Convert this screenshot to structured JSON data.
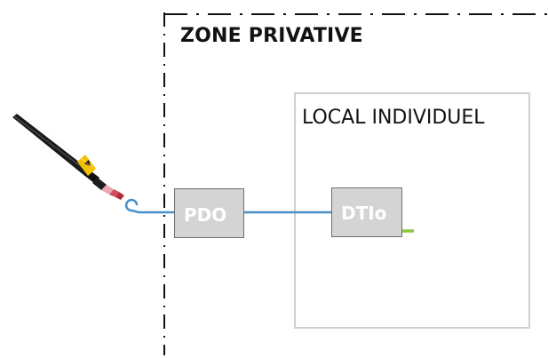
{
  "zone": {
    "title": "ZONE PRIVATIVE"
  },
  "local": {
    "title": "LOCAL INDIVIDUEL"
  },
  "equipment": {
    "pdo": {
      "label": "PDO"
    },
    "dti": {
      "label": "DTIo"
    }
  },
  "cable": {
    "icon": "fiber-cable-icon"
  },
  "colors": {
    "fiber": "#4a90c8",
    "box_fill": "#d4d4d4",
    "box_border": "#6e6e6e",
    "zone_boundary": "#111111",
    "local_border": "#cfcfcf",
    "connector": "#8dc63f"
  }
}
